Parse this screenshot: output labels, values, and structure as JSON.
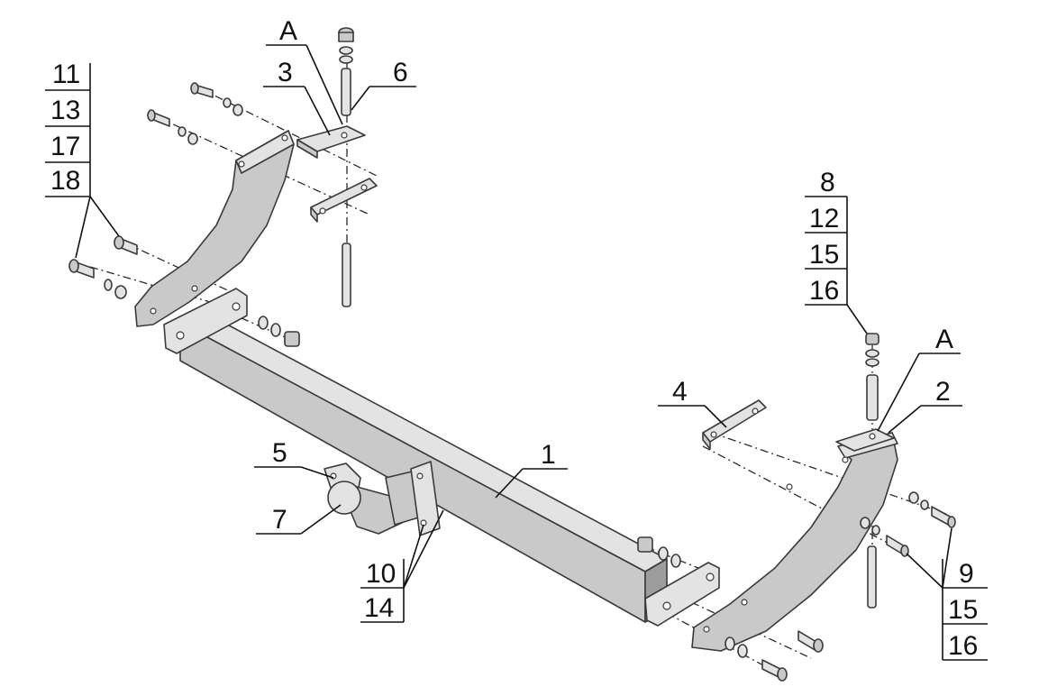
{
  "labels": {
    "l1": "1",
    "l2": "2",
    "l3": "3",
    "l4": "4",
    "l5": "5",
    "l6": "6",
    "l7": "7",
    "lA_left": "A",
    "lA_right": "A",
    "stack_left": [
      "11",
      "13",
      "17",
      "18"
    ],
    "stack_right_top": [
      "8",
      "12",
      "15",
      "16"
    ],
    "stack_bottom_mid": [
      "10",
      "14"
    ],
    "stack_right_bottom": [
      "9",
      "15",
      "16"
    ]
  },
  "colors": {
    "metal": "#c9c9c9",
    "metal_light": "#e3e3e3",
    "metal_dark": "#9d9d9d",
    "line": "#3a3a3a"
  }
}
